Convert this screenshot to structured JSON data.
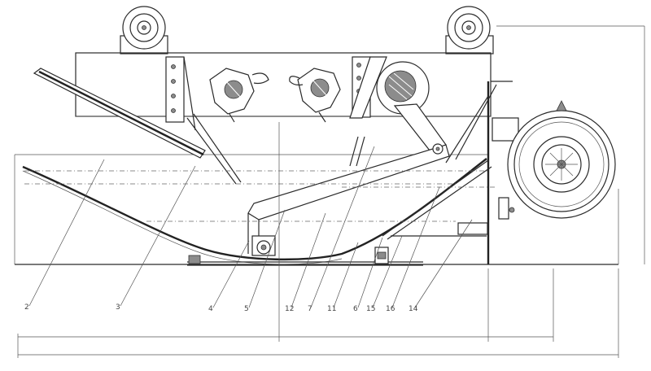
{
  "callouts": [
    {
      "key": "c2",
      "text": "2"
    },
    {
      "key": "c3",
      "text": "3"
    },
    {
      "key": "c4",
      "text": "4"
    },
    {
      "key": "c5",
      "text": "5"
    },
    {
      "key": "c12",
      "text": "12"
    },
    {
      "key": "c7",
      "text": "7"
    },
    {
      "key": "c11",
      "text": "11"
    },
    {
      "key": "c6",
      "text": "6"
    },
    {
      "key": "c15",
      "text": "15"
    },
    {
      "key": "c16",
      "text": "16"
    },
    {
      "key": "c14",
      "text": "14"
    }
  ],
  "colors": {
    "line": "#2a2a2a",
    "hatch": "#8c8c8c",
    "paper": "#ffffff"
  }
}
